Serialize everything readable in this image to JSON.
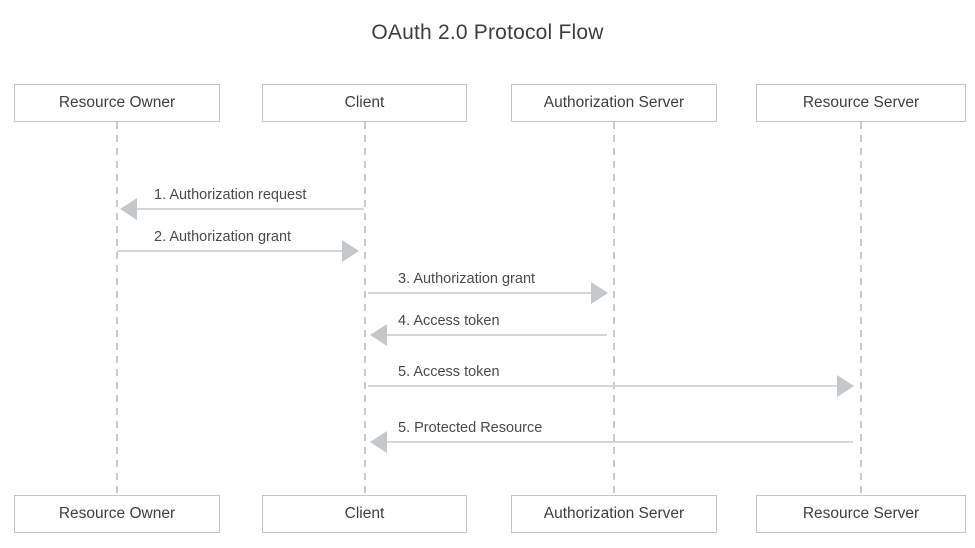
{
  "title": "OAuth 2.0 Protocol Flow",
  "diagram_type": "sequence-diagram",
  "actors": [
    {
      "label": "Resource Owner"
    },
    {
      "label": "Client"
    },
    {
      "label": "Authorization Server"
    },
    {
      "label": "Resource Server"
    }
  ],
  "messages": [
    {
      "label": "1. Authorization request",
      "from": "Client",
      "to": "Resource Owner",
      "direction": "left"
    },
    {
      "label": "2. Authorization grant",
      "from": "Resource Owner",
      "to": "Client",
      "direction": "right"
    },
    {
      "label": "3. Authorization grant",
      "from": "Client",
      "to": "Authorization Server",
      "direction": "right"
    },
    {
      "label": "4. Access token",
      "from": "Authorization Server",
      "to": "Client",
      "direction": "left"
    },
    {
      "label": "5. Access token",
      "from": "Client",
      "to": "Resource Server",
      "direction": "right"
    },
    {
      "label": "5. Protected Resource",
      "from": "Resource Server",
      "to": "Client",
      "direction": "left"
    }
  ],
  "colors": {
    "background": "#ffffff",
    "box_border": "#c5c5c5",
    "box_text": "#3f3f3f",
    "lifeline": "#c9c9c9",
    "arrow_line": "#d5d5d5",
    "arrow_head": "#c4c8cb",
    "label_text": "#4a4a4a",
    "title_text": "#3d3d3d"
  }
}
